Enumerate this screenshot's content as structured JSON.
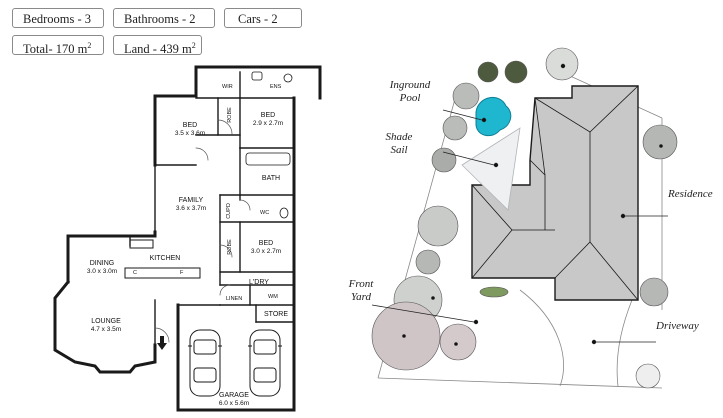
{
  "summary": {
    "bedrooms": "Bedrooms - 3",
    "bathrooms": "Bathrooms - 2",
    "cars": "Cars - 2",
    "total": "Total- 170 m",
    "land": "Land - 439 m",
    "sq": "2"
  },
  "floorplan": {
    "wir": "WIR",
    "ens": "ENS",
    "robe": "ROBE",
    "bed1": {
      "name": "BED",
      "dim": "3.5 x 3.6m"
    },
    "bed2": {
      "name": "BED",
      "dim": "2.9 x 2.7m"
    },
    "bath": "BATH",
    "family": {
      "name": "FAMILY",
      "dim": "3.6 x 3.7m"
    },
    "cupd": "CUPD",
    "wc": "WC",
    "kitchen": "KITCHEN",
    "c": "C",
    "f": "F",
    "dining": {
      "name": "DINING",
      "dim": "3.0 x 3.0m"
    },
    "robe2": "ROBE",
    "bed3": {
      "name": "BED",
      "dim": "3.0 x 2.7m"
    },
    "ldry": "L'DRY",
    "linen": "LINEN",
    "wm": "WM",
    "store": "STORE",
    "lounge": {
      "name": "LOUNGE",
      "dim": "4.7 x 3.5m"
    },
    "garage": {
      "name": "GARAGE",
      "dim": "6.0 x 5.6m"
    }
  },
  "site": {
    "pool": "Inground Pool",
    "shade": "Shade Sail",
    "residence": "Residence",
    "front_yard": "Front Yard",
    "driveway": "Driveway"
  },
  "colors": {
    "roof": "#c8c8c8",
    "pool": "#1fb6cf",
    "wall": "#1a1a1a"
  }
}
